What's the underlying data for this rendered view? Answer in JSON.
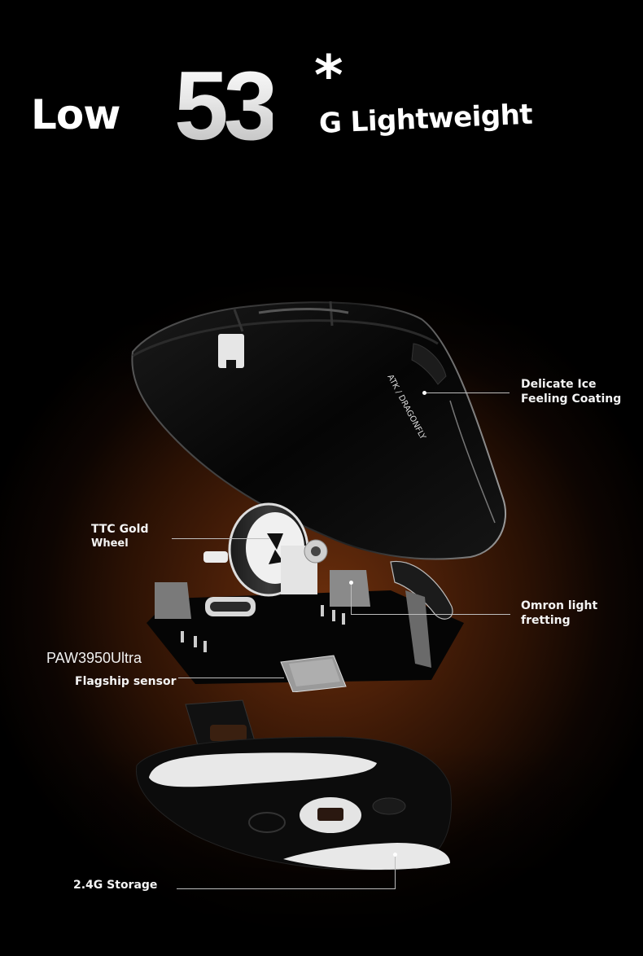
{
  "headline": {
    "prefix": "Low",
    "number": "53",
    "asterisk": "*",
    "unit": "G Lightweight"
  },
  "branding": {
    "shell_logo": "ATK / DRAGONFLY"
  },
  "callouts": [
    {
      "id": "coating",
      "line1": "Delicate Ice",
      "line2": "Feeling Coating"
    },
    {
      "id": "wheel",
      "line1": "TTC Gold",
      "line2": "Wheel"
    },
    {
      "id": "switch",
      "line1": "Omron light",
      "line2": "fretting"
    },
    {
      "id": "sensor",
      "title": "PAW3950Ultra",
      "subtitle": "Flagship sensor"
    },
    {
      "id": "storage",
      "line1": "2.4G Storage"
    }
  ],
  "colors": {
    "background": "#000000",
    "glow": "#6a2e0c",
    "text": "#f4f4f4",
    "leader_line": "#bdbdbd",
    "shell": "#0a0a0a",
    "skates": "#e8e8e8"
  }
}
